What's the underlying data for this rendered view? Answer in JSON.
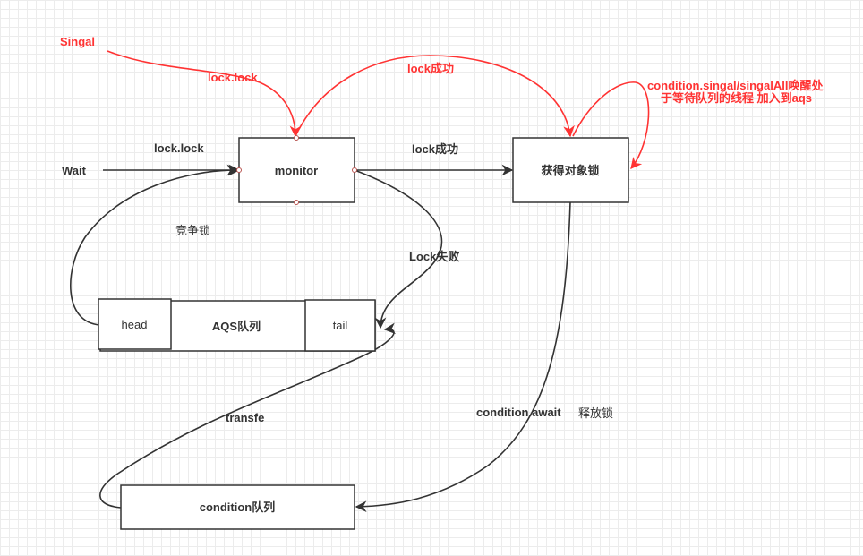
{
  "diagram": {
    "nodes": {
      "monitor": "monitor",
      "acquired": "获得对象锁",
      "aqs_head": "head",
      "aqs_queue": "AQS队列",
      "aqs_tail": "tail",
      "condition_queue": "condition队列"
    },
    "labels": {
      "singal": "Singal",
      "lock_lock_red": "lock.lock",
      "lock_success_red": "lock成功",
      "signal_note_line1": "condition.singal/singalAll唤醒处",
      "signal_note_line2": "于等待队列的线程 加入到aqs",
      "wait": "Wait",
      "lock_lock": "lock.lock",
      "lock_success": "lock成功",
      "compete": "竞争锁",
      "lock_fail": "Lock失败",
      "transfe": "transfe",
      "condition_await": "condition.await",
      "release_lock": "释放锁"
    },
    "colors": {
      "signal_path": "#ff3333",
      "main_path": "#333333",
      "grid": "#ececec"
    }
  }
}
